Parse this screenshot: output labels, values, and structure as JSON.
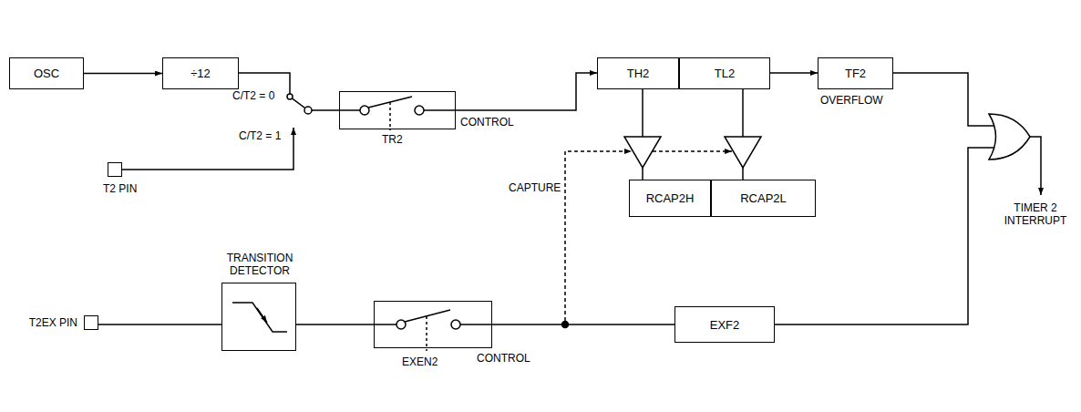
{
  "diagram": {
    "nodes": [
      {
        "text": [
          "OSC"
        ]
      },
      {
        "text": [
          "÷12"
        ]
      },
      {
        "text": [
          "CONTROL",
          "TR2"
        ]
      },
      {
        "text": [
          "TH2"
        ]
      },
      {
        "text": [
          "TL2"
        ]
      },
      {
        "text": [
          "TF2"
        ]
      },
      {
        "text": [
          "T2 PIN"
        ]
      },
      {
        "text": [
          "RCAP2H"
        ]
      },
      {
        "text": [
          "RCAP2L"
        ]
      },
      {
        "text": [
          "TRANSITION DETECTOR"
        ]
      },
      {
        "text": [
          "T2EX PIN"
        ]
      },
      {
        "text": [
          "CONTROL",
          "EXEN2"
        ]
      },
      {
        "text": [
          "EXF2"
        ]
      }
    ],
    "edges": [
      {
        "from": 0,
        "to": 1,
        "arrow": "to"
      },
      {
        "from": 1,
        "to": 2,
        "arrow": "none"
      },
      {
        "from": 2,
        "to": 3,
        "arrow": "to"
      },
      {
        "from": 4,
        "to": 5,
        "arrow": "to"
      },
      {
        "from": 3,
        "to": 7,
        "arrow": "none"
      },
      {
        "from": 4,
        "to": 8,
        "arrow": "none"
      },
      {
        "from": 10,
        "to": 9,
        "arrow": "none"
      },
      {
        "from": 9,
        "to": 11,
        "arrow": "none"
      },
      {
        "from": 11,
        "to": 12,
        "arrow": "none"
      }
    ],
    "labels": [
      "C/T2 = 0",
      "C/T2 = 1",
      "OVERFLOW",
      "CAPTURE",
      "TIMER 2 INTERRUPT"
    ]
  }
}
